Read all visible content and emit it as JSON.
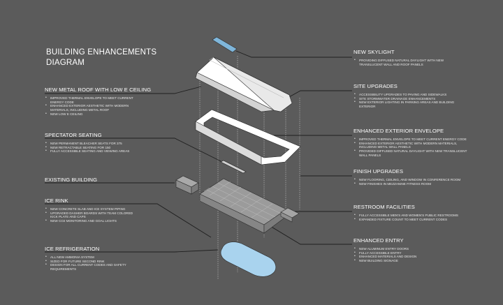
{
  "title": {
    "line1": "BUILDING ENHANCEMENTS",
    "line2": "DIAGRAM"
  },
  "left": [
    {
      "heading": "NEW METAL ROOF WITH LOW E CEILING",
      "items": [
        "IMPROVED THERMAL ENVELOPE TO MEET CURRENT ENERGY CODE",
        "ENHANCED EXTERIOR AESTHETIC WITH MODERN MATERIALS, INCLUDING METAL ROOF",
        "NEW LOW E CEILING"
      ]
    },
    {
      "heading": "SPECTATOR SEATING",
      "items": [
        "NEW PERMANENT BLEACHER SEATS FOR 375",
        "NEW RETRACTABLE SEATING FOR 150",
        "FULLY ACCESSIBLE SEATING AND VIEWING AREAS"
      ]
    },
    {
      "heading": "EXISTING BUILDING",
      "items": []
    },
    {
      "heading": "ICE RINK",
      "items": [
        "NEW CONCRETE SLAB AND ICE SYSTEM PIPING",
        "UPGRADED DASHER BOARDS WITH TEAM COLORED KICK PLATE AND CAPS",
        "NEW CO2 MONITORING AND GOAL LIGHTS"
      ]
    },
    {
      "heading": "ICE REFRIGERATION",
      "items": [
        "ALL NEW AMMONIA SYSTEM",
        "SIZED FOR FUTURE SECOND RINK",
        "DESIGN FOR ALL CURRENT CODES AND SAFETY REQUIREMENTS"
      ]
    }
  ],
  "right": [
    {
      "heading": "NEW SKYLIGHT",
      "items": [
        "PROVIDING DIFFUSED NATURAL DAYLIGHT WITH NEW TRANSLUCENT WALL AND ROOF PANELS"
      ]
    },
    {
      "heading": "SITE UPGRADES",
      "items": [
        "ACCESSIBILITY UPGRADES TO PAVING AND SIDEWALKS",
        "SITE STORMWATER DRAINAGE ENHANCEMENTS",
        "NEW EXTERIOR LIGHTING IN PARKING AREAS AND BUILDING EXTERIOR"
      ]
    },
    {
      "heading": "ENHANCED EXTERIOR ENVELOPE",
      "items": [
        "IMPROVED THERMAL ENVELOPE TO MEET CURRENT ENERGY CODE",
        "ENHANCED EXTERIOR AESTHETIC WITH MODERN MATERIALS, INCLUDING METAL WALL PANELS",
        "PROVIDED DIFFUSED NATURAL DAYLIGHT WITH NEW TRANSLUCENT WALL PANELS"
      ]
    },
    {
      "heading": "FINISH UPGRADES",
      "items": [
        "NEW FLOORING, CEILING, AND WINDOW IN CONFERENCE ROOM",
        "NEW FINISHES IN MEZZANINE FITNESS ROOM"
      ]
    },
    {
      "heading": "RESTROOM FACILITIES",
      "items": [
        "FULLY ACCESSIBLE MEN'S AND WOMEN'S PUBLIC RESTROOMS",
        "EXPANDED FIXTURE COUNT TO MEET CURRENT CODES"
      ]
    },
    {
      "heading": "ENHANCED ENTRY",
      "items": [
        "NEW ALUMINUM ENTRY DOORS",
        "FULLY ACCESSIBLE ENTRY",
        "ENHANCED MATERIALS AND DESIGN",
        "NEW BUILDING SIGNAGE"
      ]
    }
  ],
  "colors": {
    "background": "#5b5b5b",
    "skylight": "#7fb6da",
    "ice": "#a9d3ee",
    "leader": "#1f1f1f"
  }
}
